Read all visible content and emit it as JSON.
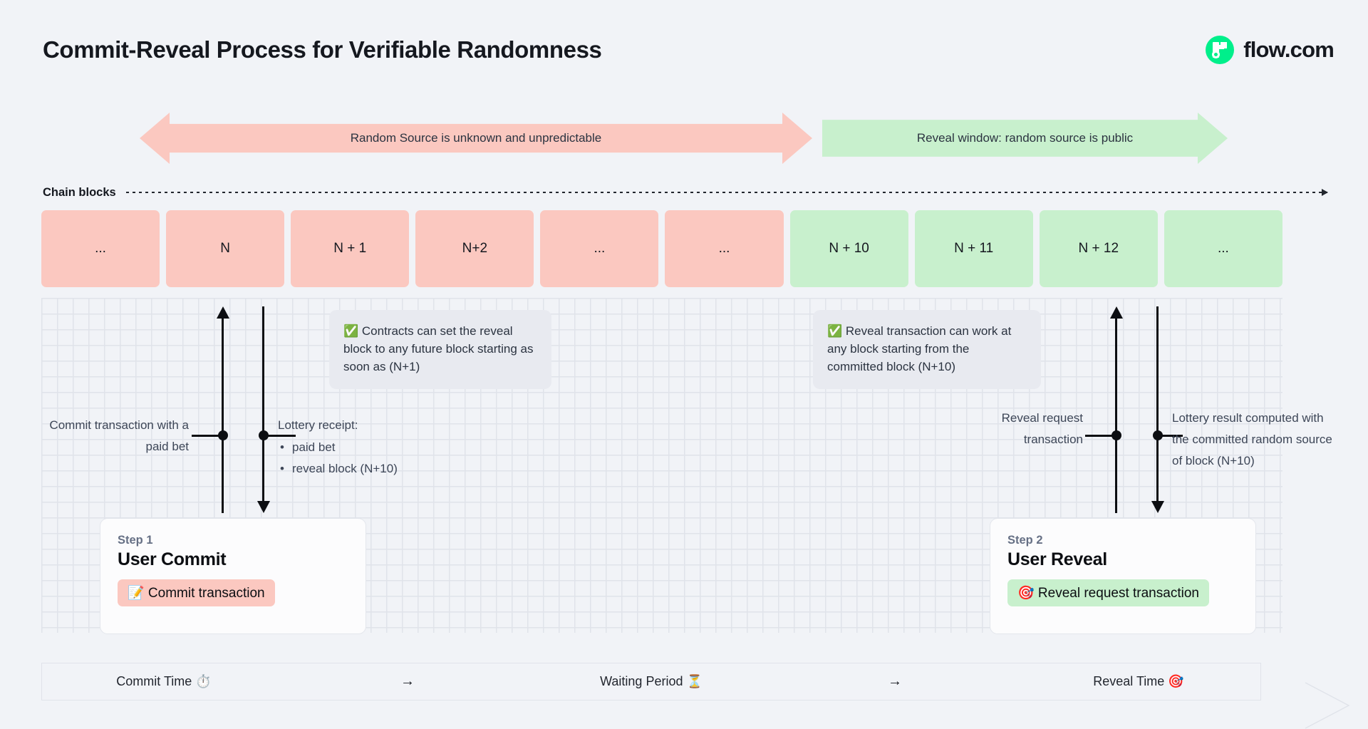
{
  "header": {
    "title": "Commit-Reveal Process for Verifiable Randomness",
    "brand_name": "flow.com",
    "brand_color": "#00ef8b"
  },
  "banners": {
    "unknown": "Random Source is unknown and unpredictable",
    "reveal": "Reveal window: random source is public",
    "unknown_color": "#fbc8c0",
    "reveal_color": "#c8f0cd"
  },
  "chain": {
    "label": "Chain blocks",
    "blocks": [
      {
        "label": "...",
        "tone": "pink"
      },
      {
        "label": "N",
        "tone": "pink"
      },
      {
        "label": "N + 1",
        "tone": "pink"
      },
      {
        "label": "N+2",
        "tone": "pink"
      },
      {
        "label": "...",
        "tone": "pink"
      },
      {
        "label": "...",
        "tone": "pink"
      },
      {
        "label": "N + 10",
        "tone": "green"
      },
      {
        "label": "N + 11",
        "tone": "green"
      },
      {
        "label": "N + 12",
        "tone": "green"
      },
      {
        "label": "...",
        "tone": "green"
      }
    ]
  },
  "callouts": {
    "contracts": "✅ Contracts can set the reveal block to any future block starting as soon as (N+1)",
    "reveal_tx": "✅ Reveal transaction can work at any block starting from the committed block (N+10)"
  },
  "annotations": {
    "commit": "Commit transaction with a paid bet",
    "lottery_receipt_title": "Lottery receipt:",
    "lottery_receipt_items": [
      "paid bet",
      "reveal block (N+10)"
    ],
    "reveal_request": "Reveal request transaction",
    "lottery_result": "Lottery result computed with the committed random source of block (N+10)"
  },
  "steps": [
    {
      "eyebrow": "Step 1",
      "title": "User Commit",
      "pill": "📝 Commit transaction",
      "tone": "pink"
    },
    {
      "eyebrow": "Step 2",
      "title": "User Reveal",
      "pill": "🎯 Reveal request transaction",
      "tone": "green"
    }
  ],
  "timeline": {
    "commit": "Commit Time ⏱️",
    "arrow1": "→",
    "waiting": "Waiting Period ⏳",
    "arrow2": "→",
    "reveal": "Reveal Time 🎯"
  }
}
